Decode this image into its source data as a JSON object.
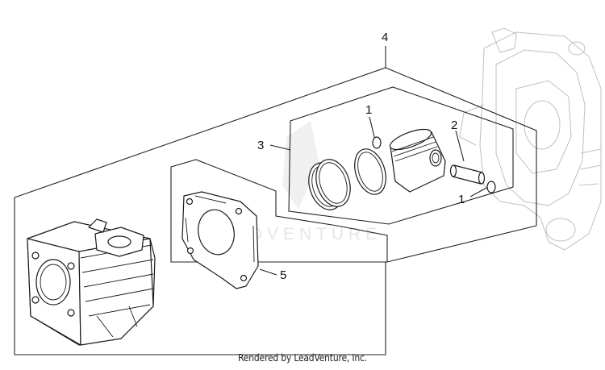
{
  "callouts": {
    "c1a": "1",
    "c1b": "1",
    "c2": "2",
    "c3": "3",
    "c4": "4",
    "c5": "5"
  },
  "watermark": "LEADVENTURE",
  "footer": "Rendered by LeadVenture, Inc."
}
